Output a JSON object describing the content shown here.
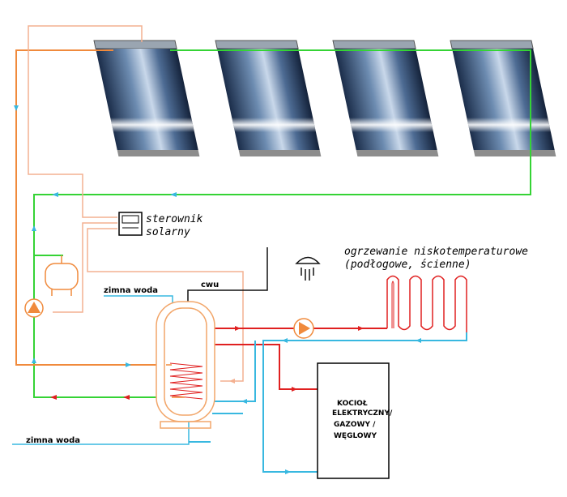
{
  "labels": {
    "controller_line1": "sterownik",
    "controller_line2": "solarny",
    "heating_line1": "ogrzewanie niskotemperaturowe",
    "heating_line2": "(podłogowe, ścienne)",
    "cwu": "cwu",
    "cold_water_top": "zimna woda",
    "cold_water_bottom": "zimna woda",
    "boiler_line1": "KOCIOŁ",
    "boiler_line2": "ELEKTRYCZNY/",
    "boiler_line3": "GAZOWY /",
    "boiler_line4": "WĘGLOWY"
  },
  "colors": {
    "solar_loop": "#35d335",
    "hot_feed": "#f08a3c",
    "signal_wire": "#f4b090",
    "heating_supply": "#e02020",
    "heating_return": "#38b8e0",
    "cold_water": "#38b8e0",
    "hot_water": "#111111",
    "tank_outline": "#f2a66a",
    "coil": "#e02020"
  },
  "panels": {
    "count": 4
  }
}
